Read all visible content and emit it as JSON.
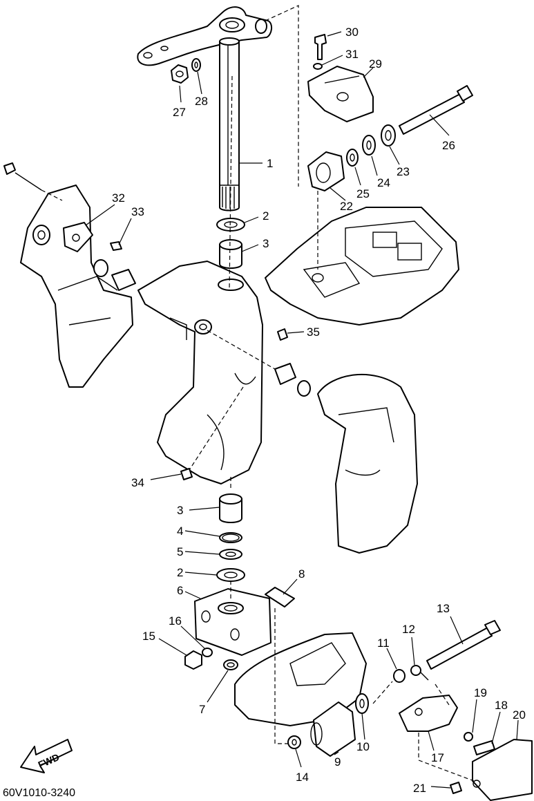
{
  "diagram": {
    "code": "60V1010-3240",
    "fwd_label": "FWD",
    "callouts": {
      "c1": "1",
      "c2a": "2",
      "c3a": "3",
      "c2b": "2",
      "c3b": "3",
      "c4": "4",
      "c5": "5",
      "c6": "6",
      "c7": "7",
      "c8": "8",
      "c9": "9",
      "c10": "10",
      "c11": "11",
      "c12": "12",
      "c13": "13",
      "c14": "14",
      "c15": "15",
      "c16": "16",
      "c17": "17",
      "c18": "18",
      "c19": "19",
      "c20": "20",
      "c21": "21",
      "c22": "22",
      "c23": "23",
      "c24": "24",
      "c25": "25",
      "c26": "26",
      "c27": "27",
      "c28": "28",
      "c29": "29",
      "c30": "30",
      "c31": "31",
      "c32": "32",
      "c33": "33",
      "c34": "34",
      "c35": "35"
    }
  }
}
